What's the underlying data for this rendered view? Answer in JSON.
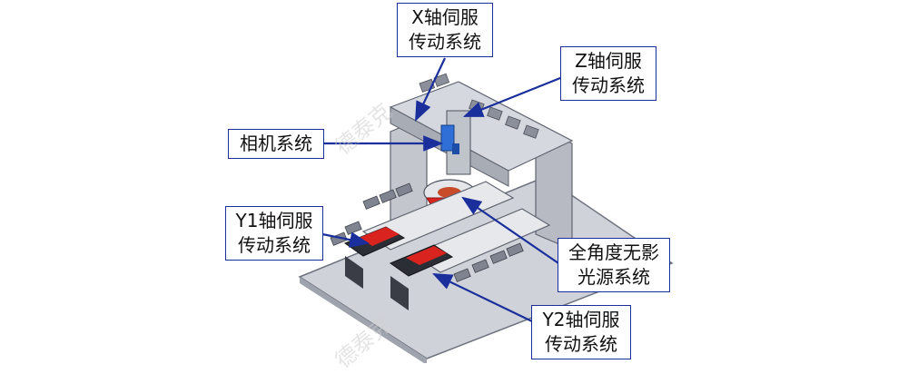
{
  "colors": {
    "callout_border": "#1a2f9c",
    "arrow": "#1a2f9c",
    "frame_metal": "#c9ccd3",
    "camera_blue": "#2f6fd6",
    "servo_red": "#d8231f"
  },
  "watermark": {
    "text_top": "德泰克",
    "text_bottom": "德泰克"
  },
  "labels": {
    "x_axis": {
      "line1": "X轴伺服",
      "line2": "传动系统"
    },
    "z_axis": {
      "line1": "Z轴伺服",
      "line2": "传动系统"
    },
    "camera": {
      "line1": "相机系统"
    },
    "y1_axis": {
      "line1": "Y1轴伺服",
      "line2": "传动系统"
    },
    "light": {
      "line1": "全角度无影",
      "line2": "光源系统"
    },
    "y2_axis": {
      "line1": "Y2轴伺服",
      "line2": "传动系统"
    }
  }
}
